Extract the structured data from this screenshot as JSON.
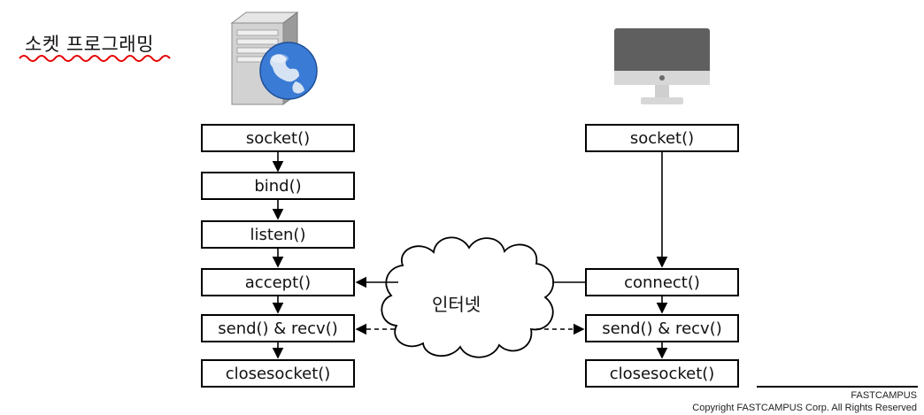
{
  "title": "소켓 프로그래밍",
  "server": {
    "steps": [
      "socket()",
      "bind()",
      "listen()",
      "accept()",
      "send() & recv()",
      "closesocket()"
    ]
  },
  "client": {
    "steps": [
      "socket()",
      "connect()",
      "send() & recv()",
      "closesocket()"
    ]
  },
  "network_label": "인터넷",
  "footer": {
    "brand": "FASTCAMPUS",
    "copyright": "Copyright FASTCAMPUS Corp. All Rights Reserved"
  },
  "colors": {
    "underline": "#e60000",
    "cloud_stroke": "#000000",
    "monitor_screen": "#5f5f5f",
    "monitor_stand": "#d7d7d7",
    "server_body": "#c9c9c9",
    "globe": "#3a7bd5"
  },
  "icons": [
    "server-globe-icon",
    "monitor-icon"
  ]
}
